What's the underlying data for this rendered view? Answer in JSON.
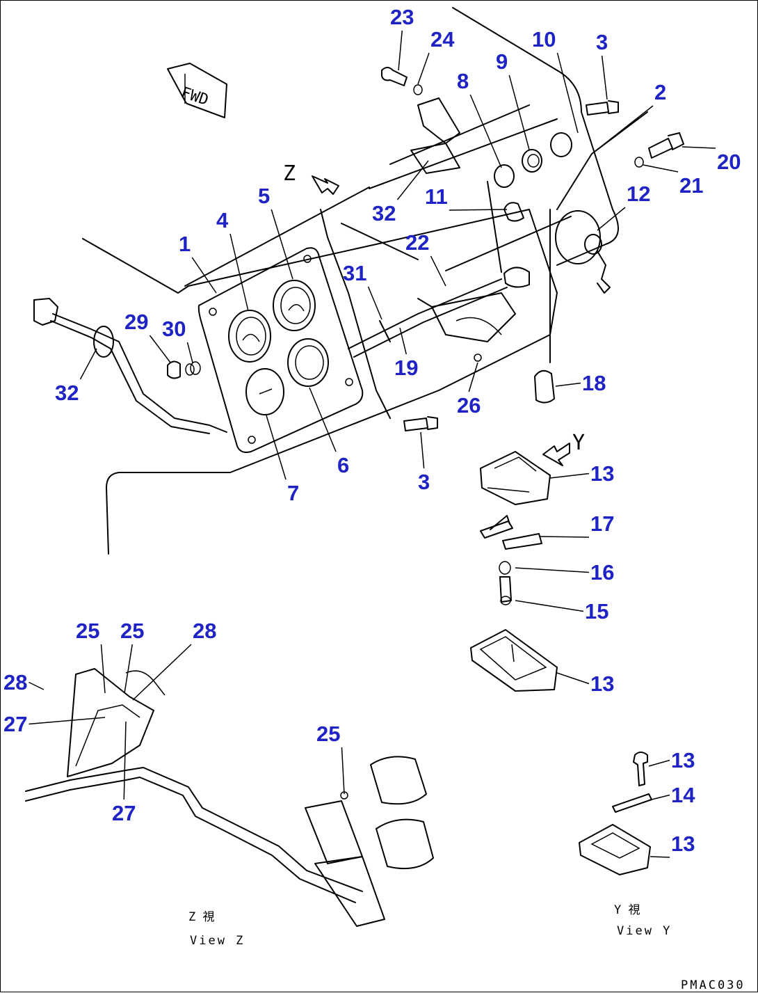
{
  "drawing_code": "PMAC030",
  "fwd_label": "FWD",
  "arrow_labels": {
    "z": "Z",
    "y": "Y"
  },
  "views": {
    "z": {
      "kanji": "Z 視",
      "caption": "View Z"
    },
    "y": {
      "kanji": "Y 視",
      "caption": "View Y"
    }
  },
  "callout_color": "#1f23c4",
  "callouts": [
    "23",
    "24",
    "10",
    "3",
    "2",
    "20",
    "21",
    "12",
    "8",
    "9",
    "11",
    "32",
    "22",
    "31",
    "5",
    "4",
    "1",
    "29",
    "30",
    "32",
    "19",
    "26",
    "18",
    "3",
    "6",
    "7",
    "13",
    "17",
    "16",
    "15",
    "13",
    "25",
    "25",
    "28",
    "28",
    "27",
    "27",
    "25",
    "13",
    "14",
    "13"
  ]
}
